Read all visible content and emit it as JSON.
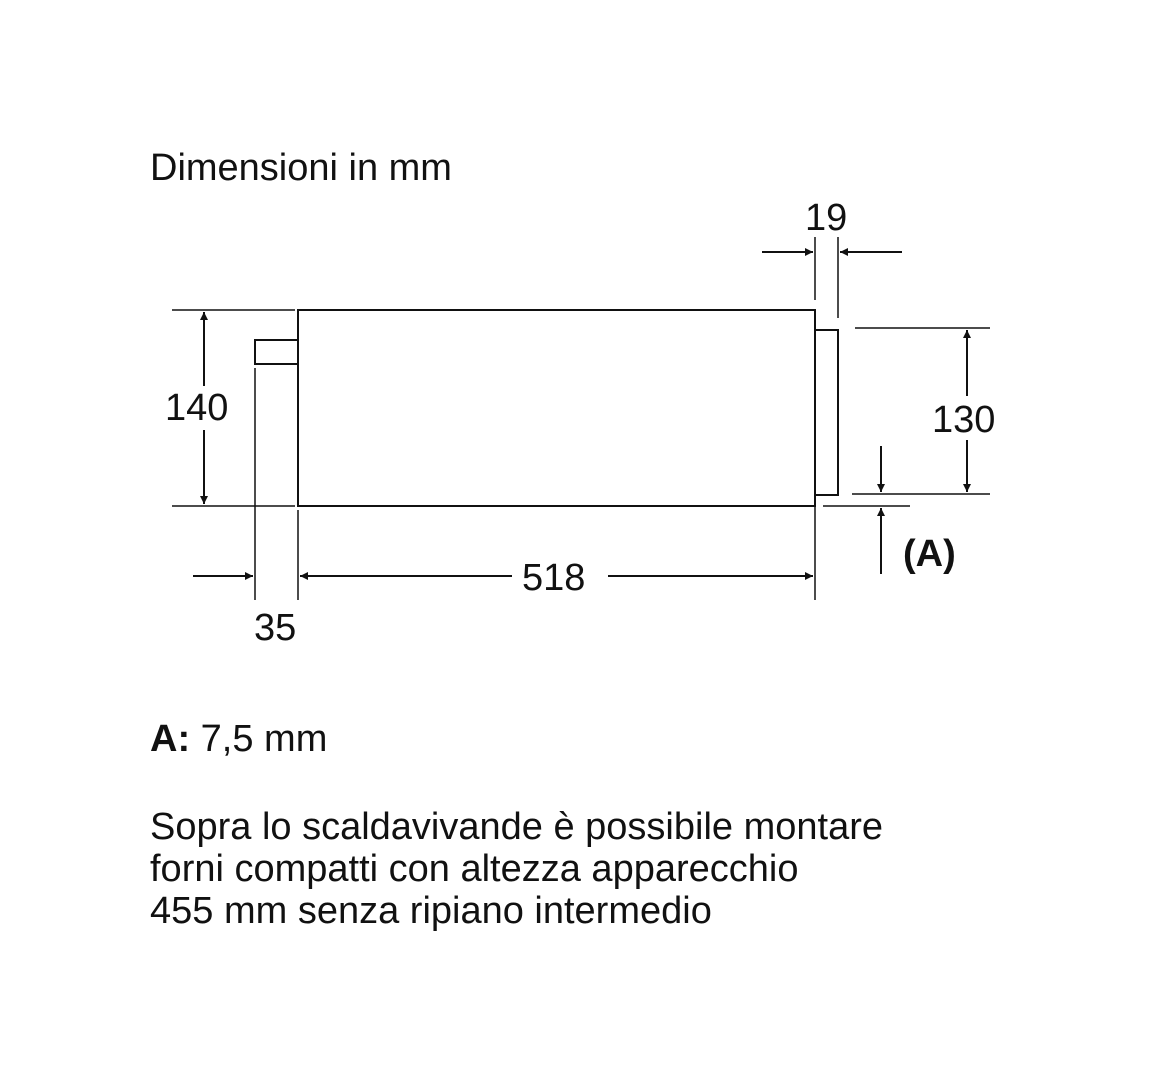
{
  "title": "Dimensioni in mm",
  "dimensions": {
    "height_total": "140",
    "height_front": "130",
    "depth": "518",
    "rear_offset": "35",
    "front_thickness": "19",
    "gap_marker": "(A)"
  },
  "note": {
    "key": "A:",
    "value": "7,5 mm"
  },
  "description": {
    "lines": [
      "Sopra lo scaldavivande è possibile montare",
      "forni compatti con altezza apparecchio",
      "455 mm senza ripiano intermedio"
    ]
  }
}
